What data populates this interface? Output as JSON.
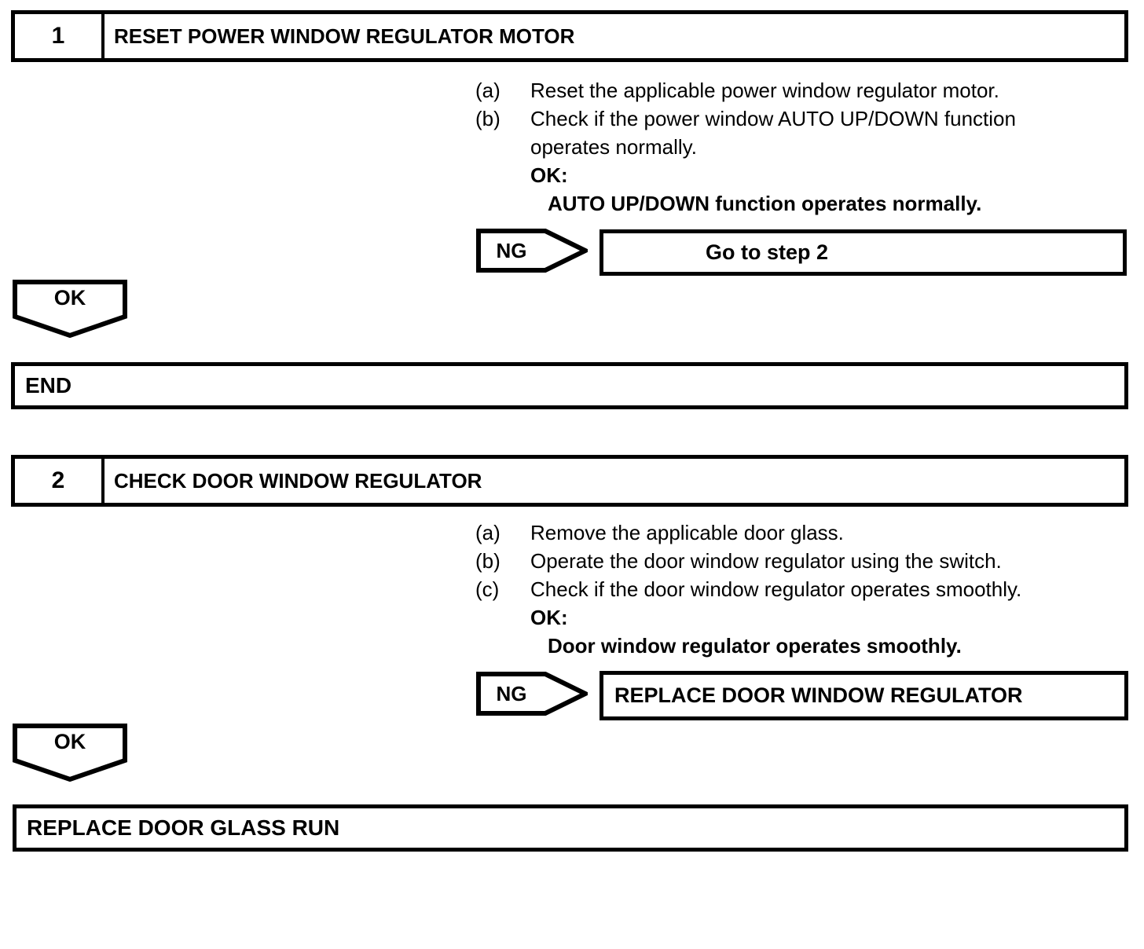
{
  "colors": {
    "line": "#000000",
    "background": "#ffffff"
  },
  "steps": [
    {
      "number": "1",
      "title": "RESET POWER WINDOW REGULATOR MOTOR",
      "substeps": [
        {
          "marker": "(a)",
          "text": "Reset the applicable power window regulator motor."
        },
        {
          "marker": "(b)",
          "text": "Check if the power window AUTO UP/DOWN function operates normally."
        }
      ],
      "ok_label": "OK:",
      "ok_condition": "AUTO UP/DOWN function operates normally.",
      "ng_label": "NG",
      "ng_result": "Go to step 2",
      "ok_arrow_label": "OK",
      "ok_result": "END"
    },
    {
      "number": "2",
      "title": "CHECK DOOR WINDOW REGULATOR",
      "substeps": [
        {
          "marker": "(a)",
          "text": "Remove the applicable door glass."
        },
        {
          "marker": "(b)",
          "text": "Operate the door window regulator using the switch."
        },
        {
          "marker": "(c)",
          "text": "Check if the door window regulator operates smoothly."
        }
      ],
      "ok_label": "OK:",
      "ok_condition": "Door window regulator operates smoothly.",
      "ng_label": "NG",
      "ng_result": "REPLACE DOOR WINDOW REGULATOR",
      "ok_arrow_label": "OK",
      "ok_result": "REPLACE DOOR GLASS RUN"
    }
  ]
}
